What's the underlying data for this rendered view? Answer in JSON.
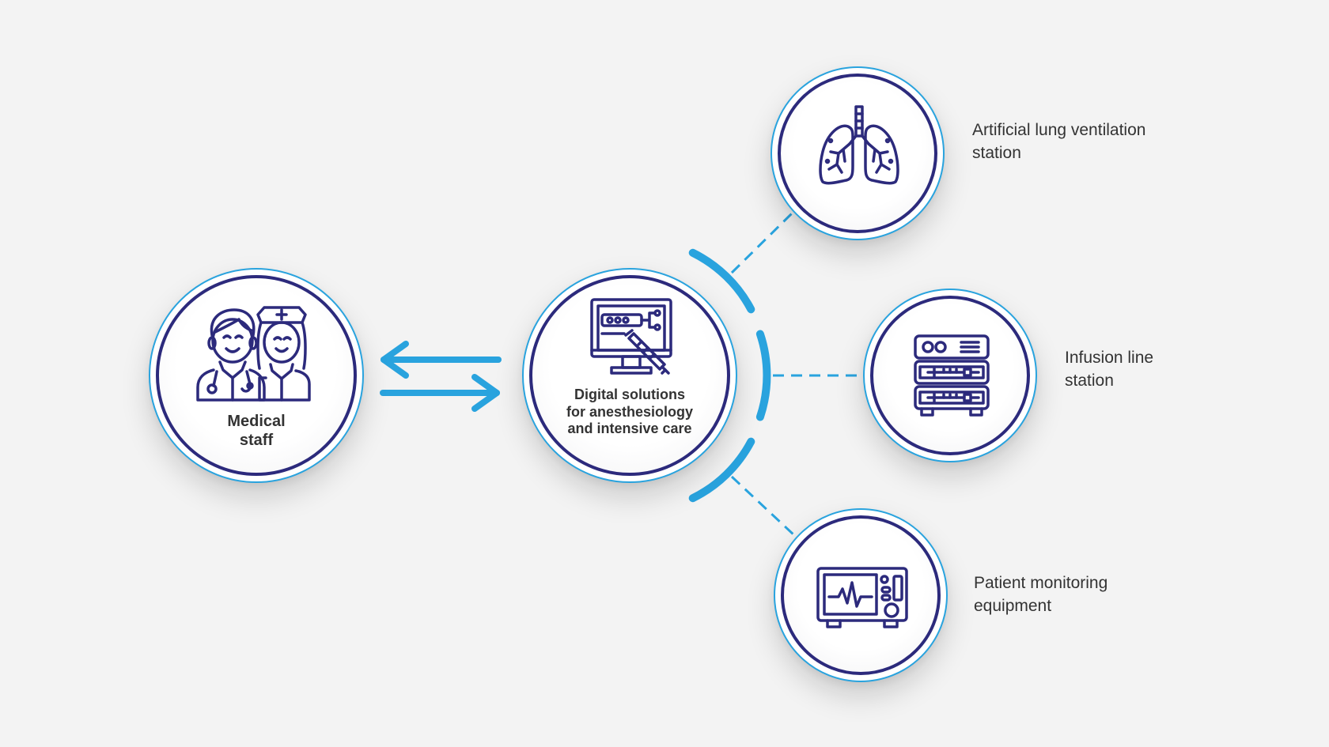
{
  "colors": {
    "background": "#f3f3f3",
    "accent_blue": "#29a3de",
    "navy": "#2c2a7c",
    "text": "#333333"
  },
  "nodes": {
    "staff": {
      "icon": "doctor-and-nurse-icon",
      "label_lines": [
        "Medical",
        "staff"
      ]
    },
    "hub": {
      "icon": "monitor-with-syringe-icon",
      "label_lines": [
        "Digital solutions",
        "for anesthesiology",
        "and intensive care"
      ]
    },
    "lung": {
      "icon": "lungs-icon",
      "label_lines": [
        "Artificial lung ventilation",
        "station"
      ]
    },
    "infusion": {
      "icon": "infusion-pump-icon",
      "label_lines": [
        "Infusion line",
        "station"
      ]
    },
    "monitor": {
      "icon": "patient-monitor-icon",
      "label_lines": [
        "Patient monitoring",
        "equipment"
      ]
    }
  },
  "connectors": {
    "between_staff_and_hub": "bidirectional-arrows-icon",
    "hub_to_stations": "dashed-lines"
  }
}
